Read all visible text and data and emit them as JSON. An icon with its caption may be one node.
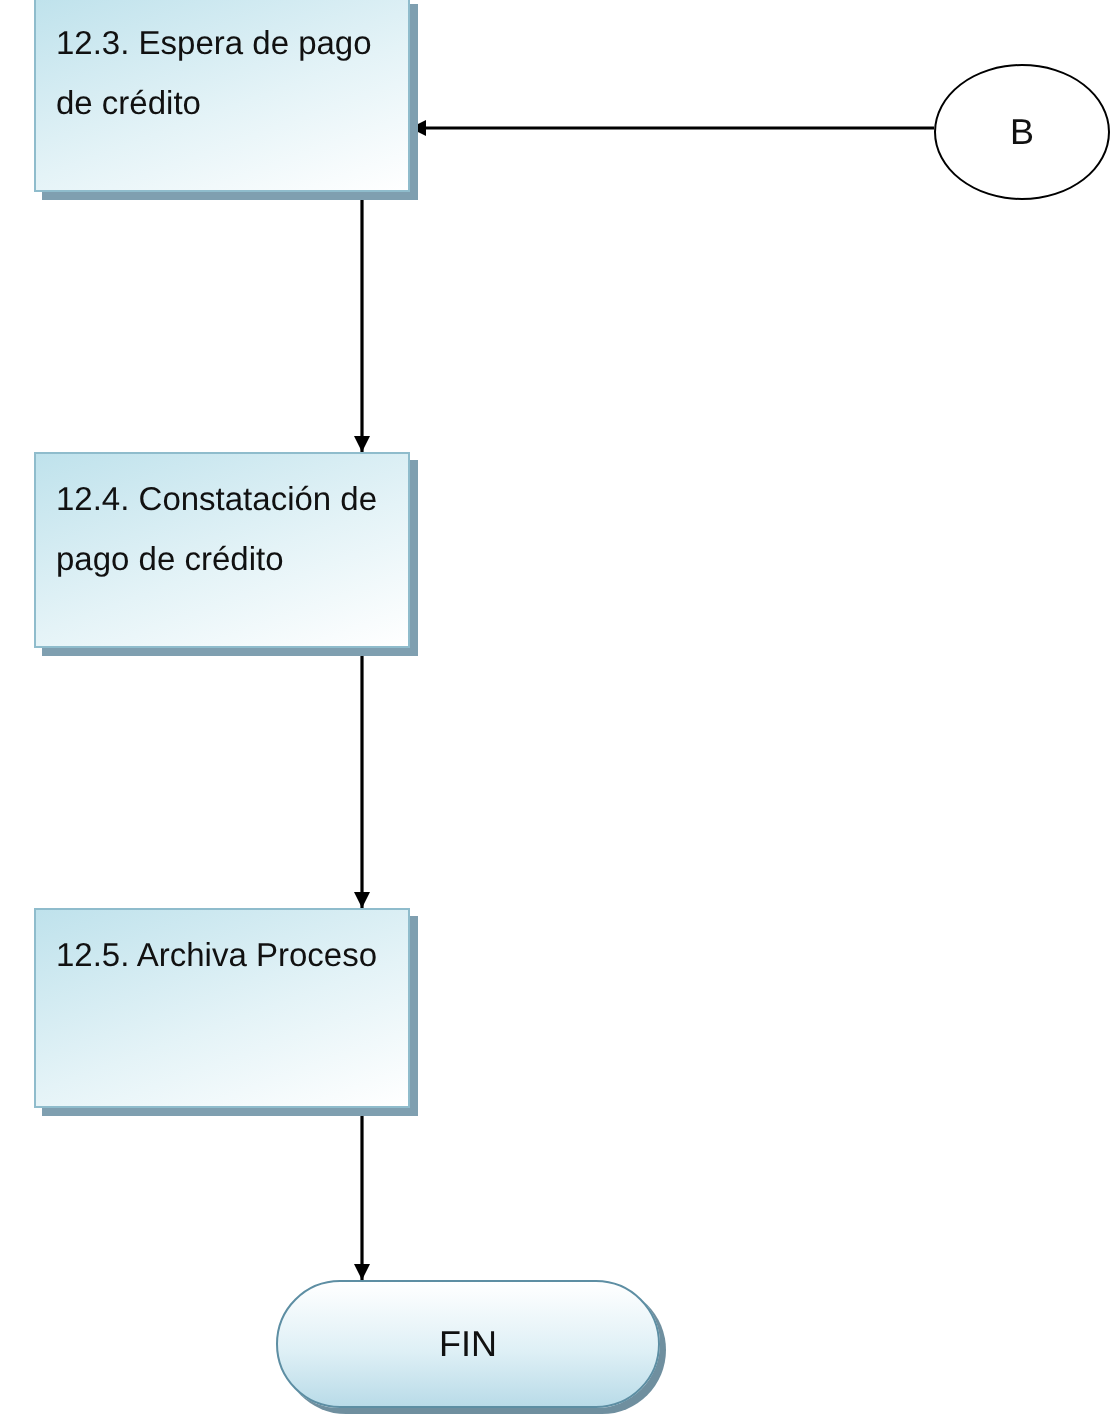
{
  "diagram": {
    "nodes": [
      {
        "text": [
          "12.3. Espera de pago de crédito"
        ]
      },
      {
        "text": [
          "B"
        ]
      },
      {
        "text": [
          "12.4. Constatación de pago de crédito"
        ]
      },
      {
        "text": [
          "12.5. Archiva Proceso"
        ]
      },
      {
        "text": [
          "FIN"
        ]
      }
    ],
    "edges": [
      {
        "from": 1,
        "to": 0,
        "arrow": "to"
      },
      {
        "from": 0,
        "to": 2,
        "arrow": "to"
      },
      {
        "from": 2,
        "to": 3,
        "arrow": "to"
      },
      {
        "from": 3,
        "to": 4,
        "arrow": "to"
      }
    ]
  }
}
